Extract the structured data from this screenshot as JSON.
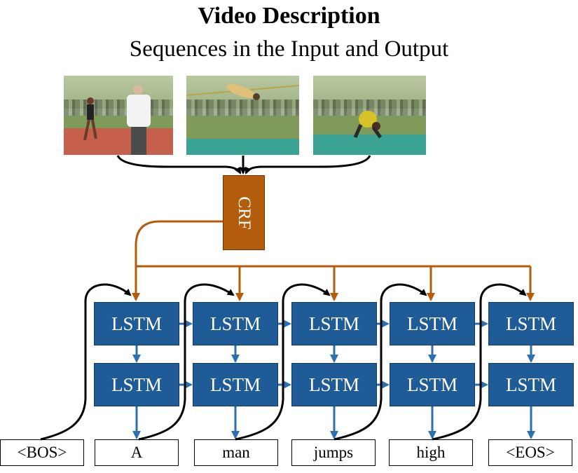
{
  "title": "Video Description",
  "subtitle": "Sequences in the Input and Output",
  "crf_label": "CRF",
  "lstm_label": "LSTM",
  "frames": [
    "frame-athlete-approach",
    "frame-athlete-jump",
    "frame-athlete-landing"
  ],
  "words": [
    "<BOS>",
    "A",
    "man",
    "jumps",
    "high",
    "<EOS>"
  ],
  "colors": {
    "lstm_fill": "#1f5c97",
    "crf_fill": "#b35c0b",
    "crf_arrow": "#b35c0b",
    "lstm_arrow": "#2e6fb0",
    "text_arrow": "#000000"
  }
}
